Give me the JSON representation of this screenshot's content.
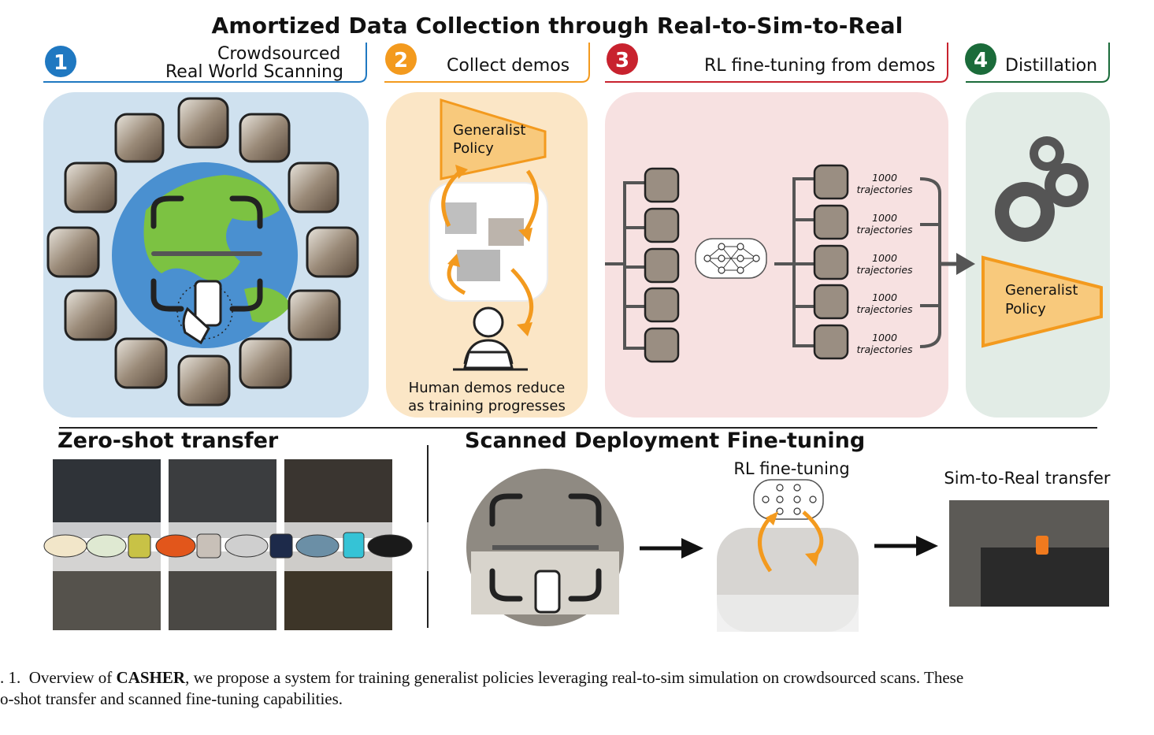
{
  "figure": {
    "title": "Amortized Data Collection through Real-to-Sim-to-Real",
    "stages": [
      {
        "number": "1",
        "label_line1": "Crowdsourced",
        "label_line2": "Real World Scanning",
        "color": "#1f78c1"
      },
      {
        "number": "2",
        "label": "Collect demos",
        "color": "#f39a1e"
      },
      {
        "number": "3",
        "label": "RL fine-tuning from demos",
        "color": "#c8222e"
      },
      {
        "number": "4",
        "label": "Distillation",
        "color": "#1b6b3a"
      }
    ],
    "stage2": {
      "policy_line1": "Generalist",
      "policy_line2": "Policy",
      "demo_line1": "Human demos reduce",
      "demo_line2": "as training progresses"
    },
    "stage3": {
      "trajectories": [
        {
          "count": "1000",
          "unit": "trajectories"
        },
        {
          "count": "1000",
          "unit": "trajectories"
        },
        {
          "count": "1000",
          "unit": "trajectories"
        },
        {
          "count": "1000",
          "unit": "trajectories"
        },
        {
          "count": "1000",
          "unit": "trajectories"
        }
      ]
    },
    "stage4": {
      "policy_line1": "Generalist",
      "policy_line2": "Policy"
    },
    "bottom_left_title": "Zero-shot transfer",
    "bottom_right_title": "Scanned Deployment Fine-tuning",
    "rl_label": "RL fine-tuning",
    "sim_to_real_label": "Sim-to-Real transfer"
  },
  "caption": {
    "lead": ". 1.  Overview of ",
    "bold": "CASHER",
    "line1_rest": ", we propose a system for training generalist policies leveraging real-to-sim simulation on crowdsourced scans. These",
    "line2": "o-shot transfer and scanned fine-tuning capabilities."
  },
  "colors": {
    "panel1": "#cfe1ef",
    "panel2": "#fbe6c6",
    "panel3": "#f7e1e1",
    "panel4": "#e2ece6",
    "orange": "#f39a1e",
    "policy_fill": "#f8c97c"
  }
}
